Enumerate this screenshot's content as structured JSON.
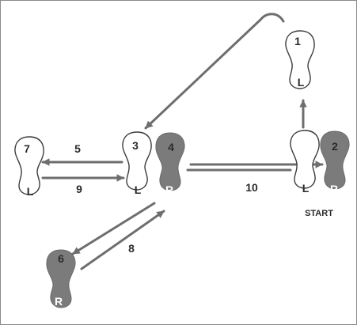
{
  "colors": {
    "arrow": "#6e6e6e",
    "left_outline": "#3c3c3c",
    "left_fill": "#ffffff",
    "right_fill": "#7b7b7b",
    "dark_text": "#2a2a2a",
    "light_text": "#ffffff",
    "border": "#8a8a8a"
  },
  "footprints": [
    {
      "step": "1",
      "side": "L",
      "foot": "left"
    },
    {
      "step": "2",
      "side": "R",
      "foot": "right"
    },
    {
      "step": "3",
      "side": "L",
      "foot": "left"
    },
    {
      "step": "4",
      "side": "R",
      "foot": "right"
    },
    {
      "step": "6",
      "side": "R",
      "foot": "right"
    },
    {
      "step": "7",
      "side": "L",
      "foot": "left"
    }
  ],
  "unnumbered_footprints": [
    {
      "side": "L",
      "foot": "left"
    }
  ],
  "moves": [
    {
      "label": "5"
    },
    {
      "label": "9"
    },
    {
      "label": "8"
    },
    {
      "label": "10"
    }
  ],
  "start_label": "START"
}
